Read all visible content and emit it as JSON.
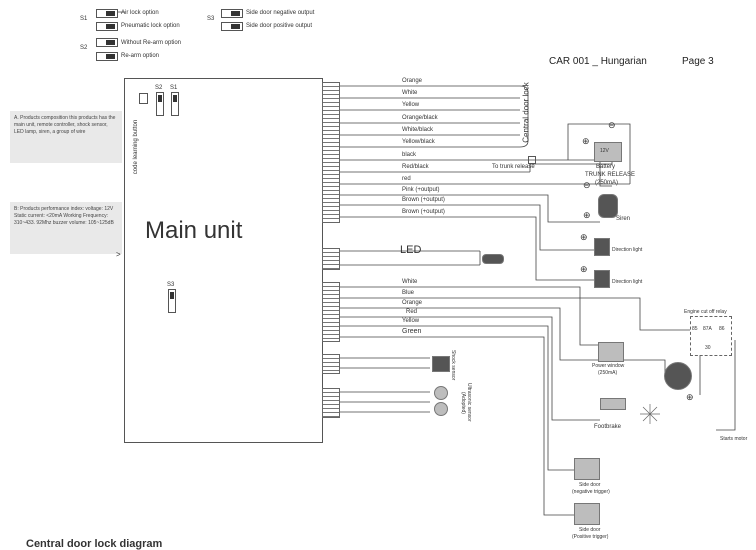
{
  "header": {
    "title": "CAR 001 _ Hungarian",
    "page": "Page 3"
  },
  "options": {
    "s1_label": "S1",
    "s2_label": "S2",
    "s3_label": "S3",
    "air_lock": "Air lock option",
    "pneumatic_lock": "Pneumatic lock option",
    "without_rearm": "Without Re-arm option",
    "rearm": "Re-arm option",
    "side_negative": "Side door negative output",
    "side_positive": "Side door positive output"
  },
  "main_unit": {
    "title": "Main unit",
    "code_button": "code learning button",
    "s2": "S2",
    "s1": "S1",
    "s3": "S3"
  },
  "notes": {
    "a": "A. Products composition this products has the main unit, remote controller, shock sensor, LED lamp, siren, a group of wire",
    "b": "B: Products performance index: voltage: 12V Static current: <20mA Working Frequency: 310~433. 92Mhz buzzer volume: 105~125dB"
  },
  "wires_top": [
    "Orange",
    "White",
    "Yellow",
    "Orange/black",
    "White/black",
    "Yellow/black",
    "black",
    "Red/black",
    "red",
    "Pink (+output)",
    "Brown (+output)",
    "Brown (+output)"
  ],
  "central_lock": "Central door lock",
  "trunk_release_wire": "To trunk release",
  "led": "LED",
  "wires_bottom": [
    "White",
    "Blue",
    "Orange",
    "Red",
    "Yellow",
    "Green"
  ],
  "components": {
    "battery": "Battery",
    "battery_v": "12V",
    "trunk_release": "TRUNK RELEASE",
    "trunk_current": "(250mA)",
    "siren": "Siren",
    "direction_light": "Direction light",
    "power_window": "Power window",
    "power_window_current": "(250mA)",
    "footbrake": "Footbrake",
    "side_neg": "Side door",
    "side_neg_sub": "(negative trigger)",
    "side_pos": "Side door",
    "side_pos_sub": "(Positive trigger)",
    "engine_relay": "Engine cut off relay",
    "relay_terms": [
      "85",
      "87A",
      "86",
      "30"
    ],
    "shock_sensor": "Shock sensor",
    "ultrasonic": "Ultrasonic sensor",
    "ultrasonic_sub": "(Adopted)",
    "starts_motor": "Starts motor"
  },
  "footer": {
    "caption": "Central door lock diagram"
  }
}
